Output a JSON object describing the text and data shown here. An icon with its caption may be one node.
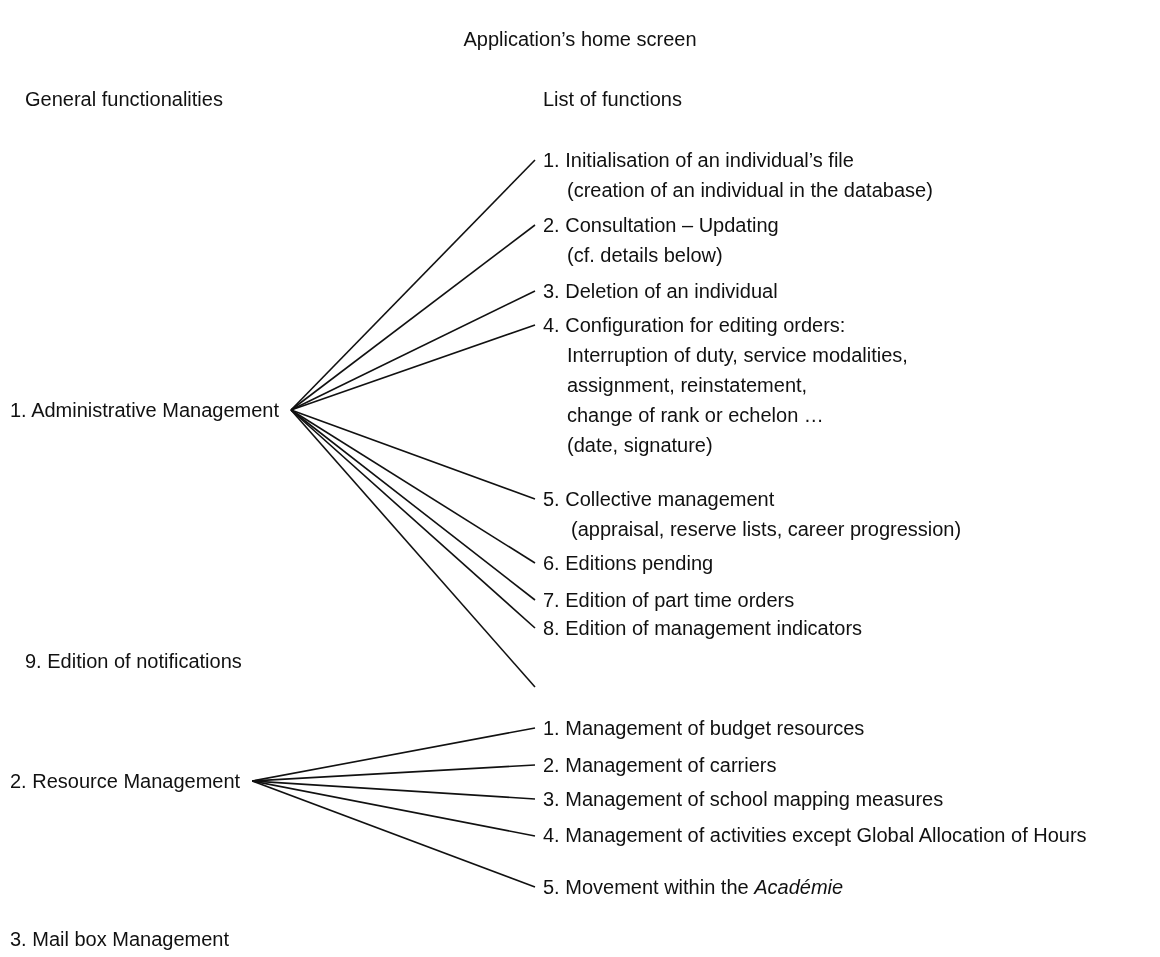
{
  "diagram": {
    "title": "Application’s home screen",
    "nodes": [
      {
        "text": [
          "1. Administrative Management"
        ]
      },
      {
        "text": [
          "1. Initialisation of an individual’s file",
          "(creation of an individual in the database)"
        ]
      },
      {
        "text": [
          "2. Consultation – Updating",
          "(cf. details below)"
        ]
      },
      {
        "text": [
          "3. Deletion of an individual"
        ]
      },
      {
        "text": [
          "4. Configuration for editing orders:",
          "Interruption of duty, service modalities,",
          "assignment, reinstatement,",
          "change of rank or echelon …",
          "(date, signature)"
        ]
      },
      {
        "text": [
          "5. Collective management",
          "(appraisal, reserve lists, career progression)"
        ]
      },
      {
        "text": [
          "6. Editions pending"
        ]
      },
      {
        "text": [
          "7. Edition of part time orders"
        ]
      },
      {
        "text": [
          "8. Edition of management indicators"
        ]
      },
      {
        "text": [
          "2. Resource Management"
        ]
      },
      {
        "text": [
          "1. Management of budget resources"
        ]
      },
      {
        "text": [
          "2. Management of carriers"
        ]
      },
      {
        "text": [
          "3. Management of school mapping measures"
        ]
      },
      {
        "text": [
          "4. Management of activities except Global Allocation of Hours"
        ]
      },
      {
        "text": [
          "5. Movement within the *Académie*"
        ]
      }
    ],
    "edges": [
      {
        "from": 0,
        "to": 1,
        "arrow": "none"
      },
      {
        "from": 0,
        "to": 2,
        "arrow": "none"
      },
      {
        "from": 0,
        "to": 3,
        "arrow": "none"
      },
      {
        "from": 0,
        "to": 4,
        "arrow": "none"
      },
      {
        "from": 0,
        "to": 5,
        "arrow": "none"
      },
      {
        "from": 0,
        "to": 6,
        "arrow": "none"
      },
      {
        "from": 0,
        "to": 7,
        "arrow": "none"
      },
      {
        "from": 0,
        "to": 8,
        "arrow": "none"
      },
      {
        "from": 0,
        "to": null,
        "arrow": "none"
      },
      {
        "from": 9,
        "to": 10,
        "arrow": "none"
      },
      {
        "from": 9,
        "to": 11,
        "arrow": "none"
      },
      {
        "from": 9,
        "to": 12,
        "arrow": "none"
      },
      {
        "from": 9,
        "to": 13,
        "arrow": "none"
      },
      {
        "from": 9,
        "to": 14,
        "arrow": "none"
      }
    ],
    "labels": [
      "General functionalities",
      "List of functions",
      "9. Edition of notifications",
      "3. Mail box Management"
    ]
  }
}
